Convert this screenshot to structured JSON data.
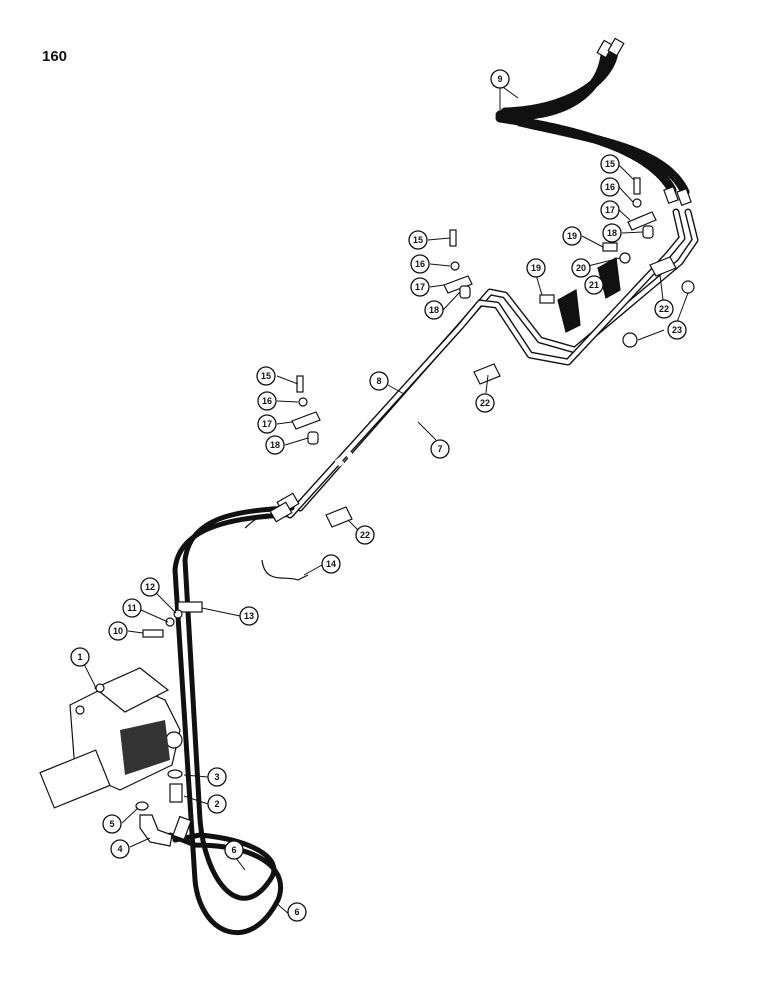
{
  "page": {
    "number": "160"
  },
  "diagram": {
    "callouts": [
      {
        "id": "c9",
        "label": "9"
      },
      {
        "id": "c15a",
        "label": "15"
      },
      {
        "id": "c16a",
        "label": "16"
      },
      {
        "id": "c17a",
        "label": "17"
      },
      {
        "id": "c18a",
        "label": "18"
      },
      {
        "id": "c19a",
        "label": "19"
      },
      {
        "id": "c19b",
        "label": "19"
      },
      {
        "id": "c20",
        "label": "20"
      },
      {
        "id": "c21",
        "label": "21"
      },
      {
        "id": "c22a",
        "label": "22"
      },
      {
        "id": "c23",
        "label": "23"
      },
      {
        "id": "c15b",
        "label": "15"
      },
      {
        "id": "c16b",
        "label": "16"
      },
      {
        "id": "c17b",
        "label": "17"
      },
      {
        "id": "c18b",
        "label": "18"
      },
      {
        "id": "c22b",
        "label": "22"
      },
      {
        "id": "c8",
        "label": "8"
      },
      {
        "id": "c7",
        "label": "7"
      },
      {
        "id": "c15c",
        "label": "15"
      },
      {
        "id": "c16c",
        "label": "16"
      },
      {
        "id": "c17c",
        "label": "17"
      },
      {
        "id": "c18c",
        "label": "18"
      },
      {
        "id": "c22c",
        "label": "22"
      },
      {
        "id": "c14",
        "label": "14"
      },
      {
        "id": "c12",
        "label": "12"
      },
      {
        "id": "c11",
        "label": "11"
      },
      {
        "id": "c10",
        "label": "10"
      },
      {
        "id": "c13",
        "label": "13"
      },
      {
        "id": "c1",
        "label": "1"
      },
      {
        "id": "c3",
        "label": "3"
      },
      {
        "id": "c2",
        "label": "2"
      },
      {
        "id": "c5",
        "label": "5"
      },
      {
        "id": "c4",
        "label": "4"
      },
      {
        "id": "c6a",
        "label": "6"
      },
      {
        "id": "c6b",
        "label": "6"
      }
    ]
  }
}
